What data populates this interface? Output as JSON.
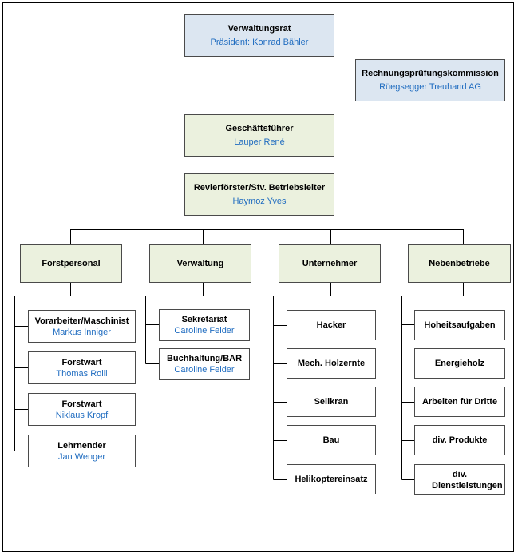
{
  "board": {
    "title": "Verwaltungsrat",
    "name": "Präsident: Konrad Bähler"
  },
  "audit": {
    "title": "Rechnungsprüfungskommission",
    "name": "Rüegsegger Treuhand AG"
  },
  "manager": {
    "title": "Geschäftsführer",
    "name": "Lauper René"
  },
  "forester": {
    "title": "Revierförster/Stv. Betriebsleiter",
    "name": "Haymoz Yves"
  },
  "departments": [
    {
      "title": "Forstpersonal",
      "items": [
        {
          "title": "Vorarbeiter/Maschinist",
          "name": "Markus Inniger"
        },
        {
          "title": "Forstwart",
          "name": "Thomas Rolli"
        },
        {
          "title": "Forstwart",
          "name": "Niklaus Kropf"
        },
        {
          "title": "Lehrnender",
          "name": "Jan Wenger"
        }
      ]
    },
    {
      "title": "Verwaltung",
      "items": [
        {
          "title": "Sekretariat",
          "name": "Caroline Felder"
        },
        {
          "title": "Buchhaltung/BAR",
          "name": "Caroline Felder"
        }
      ]
    },
    {
      "title": "Unternehmer",
      "items": [
        {
          "title": "Hacker"
        },
        {
          "title": "Mech. Holzernte"
        },
        {
          "title": "Seilkran"
        },
        {
          "title": "Bau"
        },
        {
          "title": "Helikoptereinsatz"
        }
      ]
    },
    {
      "title": "Nebenbetriebe",
      "items": [
        {
          "title": "Hoheitsaufgaben"
        },
        {
          "title": "Energieholz"
        },
        {
          "title": "Arbeiten für Dritte"
        },
        {
          "title": "div. Produkte"
        },
        {
          "title": "div. Dienstleistungen"
        }
      ]
    }
  ],
  "colors": {
    "top": "#dce6f1",
    "mid": "#ebf1de",
    "name_text": "#1f6cc0",
    "line": "#000000"
  }
}
